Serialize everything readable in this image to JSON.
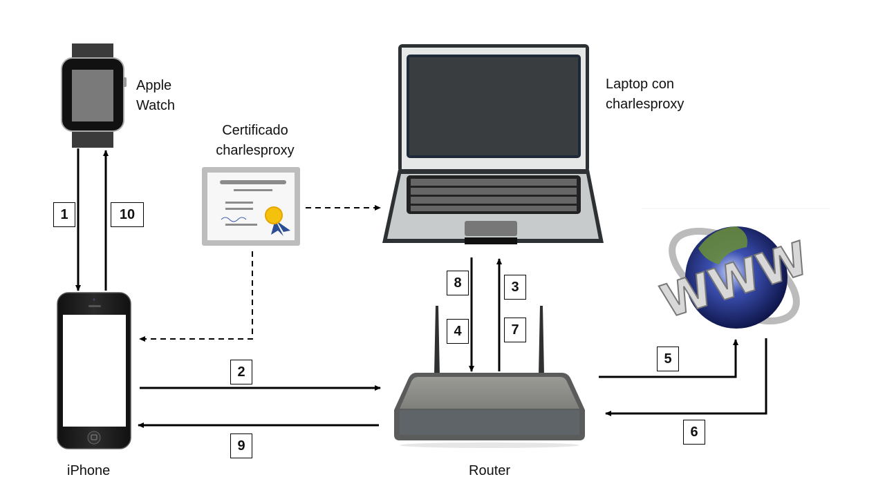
{
  "devices": {
    "watch": {
      "label_line1": "Apple",
      "label_line2": "Watch"
    },
    "laptop": {
      "label_line1": "Laptop con",
      "label_line2": "charlesproxy"
    },
    "certificate": {
      "label_line1": "Certificado",
      "label_line2": "charlesproxy"
    },
    "iphone": {
      "label": "iPhone"
    },
    "router": {
      "label": "Router"
    },
    "internet": {
      "label": "WWW"
    }
  },
  "steps": [
    {
      "n": "1",
      "from": "Apple Watch",
      "to": "iPhone"
    },
    {
      "n": "2",
      "from": "iPhone",
      "to": "Router"
    },
    {
      "n": "3",
      "from": "Router",
      "to": "Laptop"
    },
    {
      "n": "4",
      "from": "Laptop",
      "to": "Router"
    },
    {
      "n": "5",
      "from": "Router",
      "to": "Internet"
    },
    {
      "n": "6",
      "from": "Internet",
      "to": "Router"
    },
    {
      "n": "7",
      "from": "Router",
      "to": "Laptop"
    },
    {
      "n": "8",
      "from": "Laptop",
      "to": "Router"
    },
    {
      "n": "9",
      "from": "Router",
      "to": "iPhone"
    },
    {
      "n": "10",
      "from": "iPhone",
      "to": "Apple Watch"
    }
  ],
  "certificate_links": [
    "Laptop",
    "iPhone"
  ]
}
